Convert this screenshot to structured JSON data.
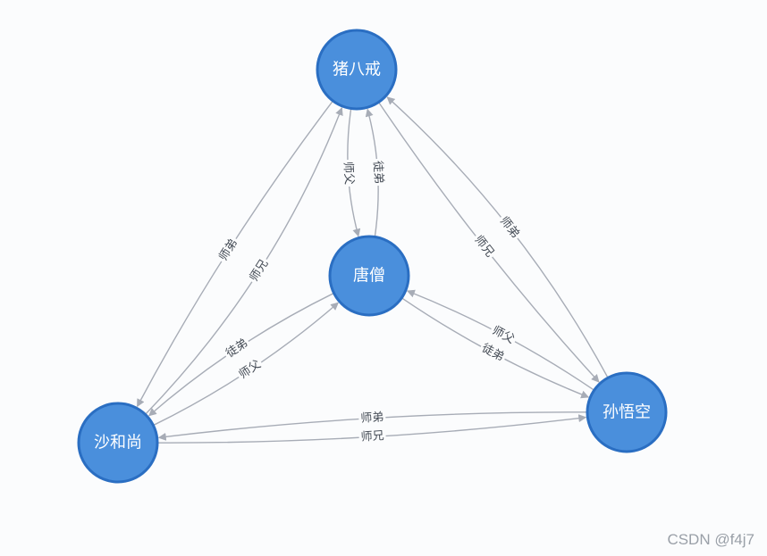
{
  "nodes": [
    {
      "id": "zhu",
      "label": "猪八戒"
    },
    {
      "id": "tang",
      "label": "唐僧"
    },
    {
      "id": "sha",
      "label": "沙和尚"
    },
    {
      "id": "sun",
      "label": "孙悟空"
    }
  ],
  "edges": [
    {
      "from": "zhu",
      "to": "tang",
      "label": "师父"
    },
    {
      "from": "tang",
      "to": "zhu",
      "label": "徒弟"
    },
    {
      "from": "sha",
      "to": "zhu",
      "label": "师兄"
    },
    {
      "from": "zhu",
      "to": "sha",
      "label": "师弟"
    },
    {
      "from": "sun",
      "to": "zhu",
      "label": "师弟"
    },
    {
      "from": "zhu",
      "to": "sun",
      "label": "师兄"
    },
    {
      "from": "sun",
      "to": "tang",
      "label": "师父"
    },
    {
      "from": "tang",
      "to": "sun",
      "label": "徒弟"
    },
    {
      "from": "tang",
      "to": "sha",
      "label": "徒弟"
    },
    {
      "from": "sha",
      "to": "tang",
      "label": "师父"
    },
    {
      "from": "sun",
      "to": "sha",
      "label": "师弟"
    },
    {
      "from": "sha",
      "to": "sun",
      "label": "师兄"
    }
  ],
  "colors": {
    "node_fill": "#4a8fdc",
    "node_stroke": "#2a6ec2",
    "edge": "#a7acb6"
  },
  "watermark": "CSDN @f4j7"
}
